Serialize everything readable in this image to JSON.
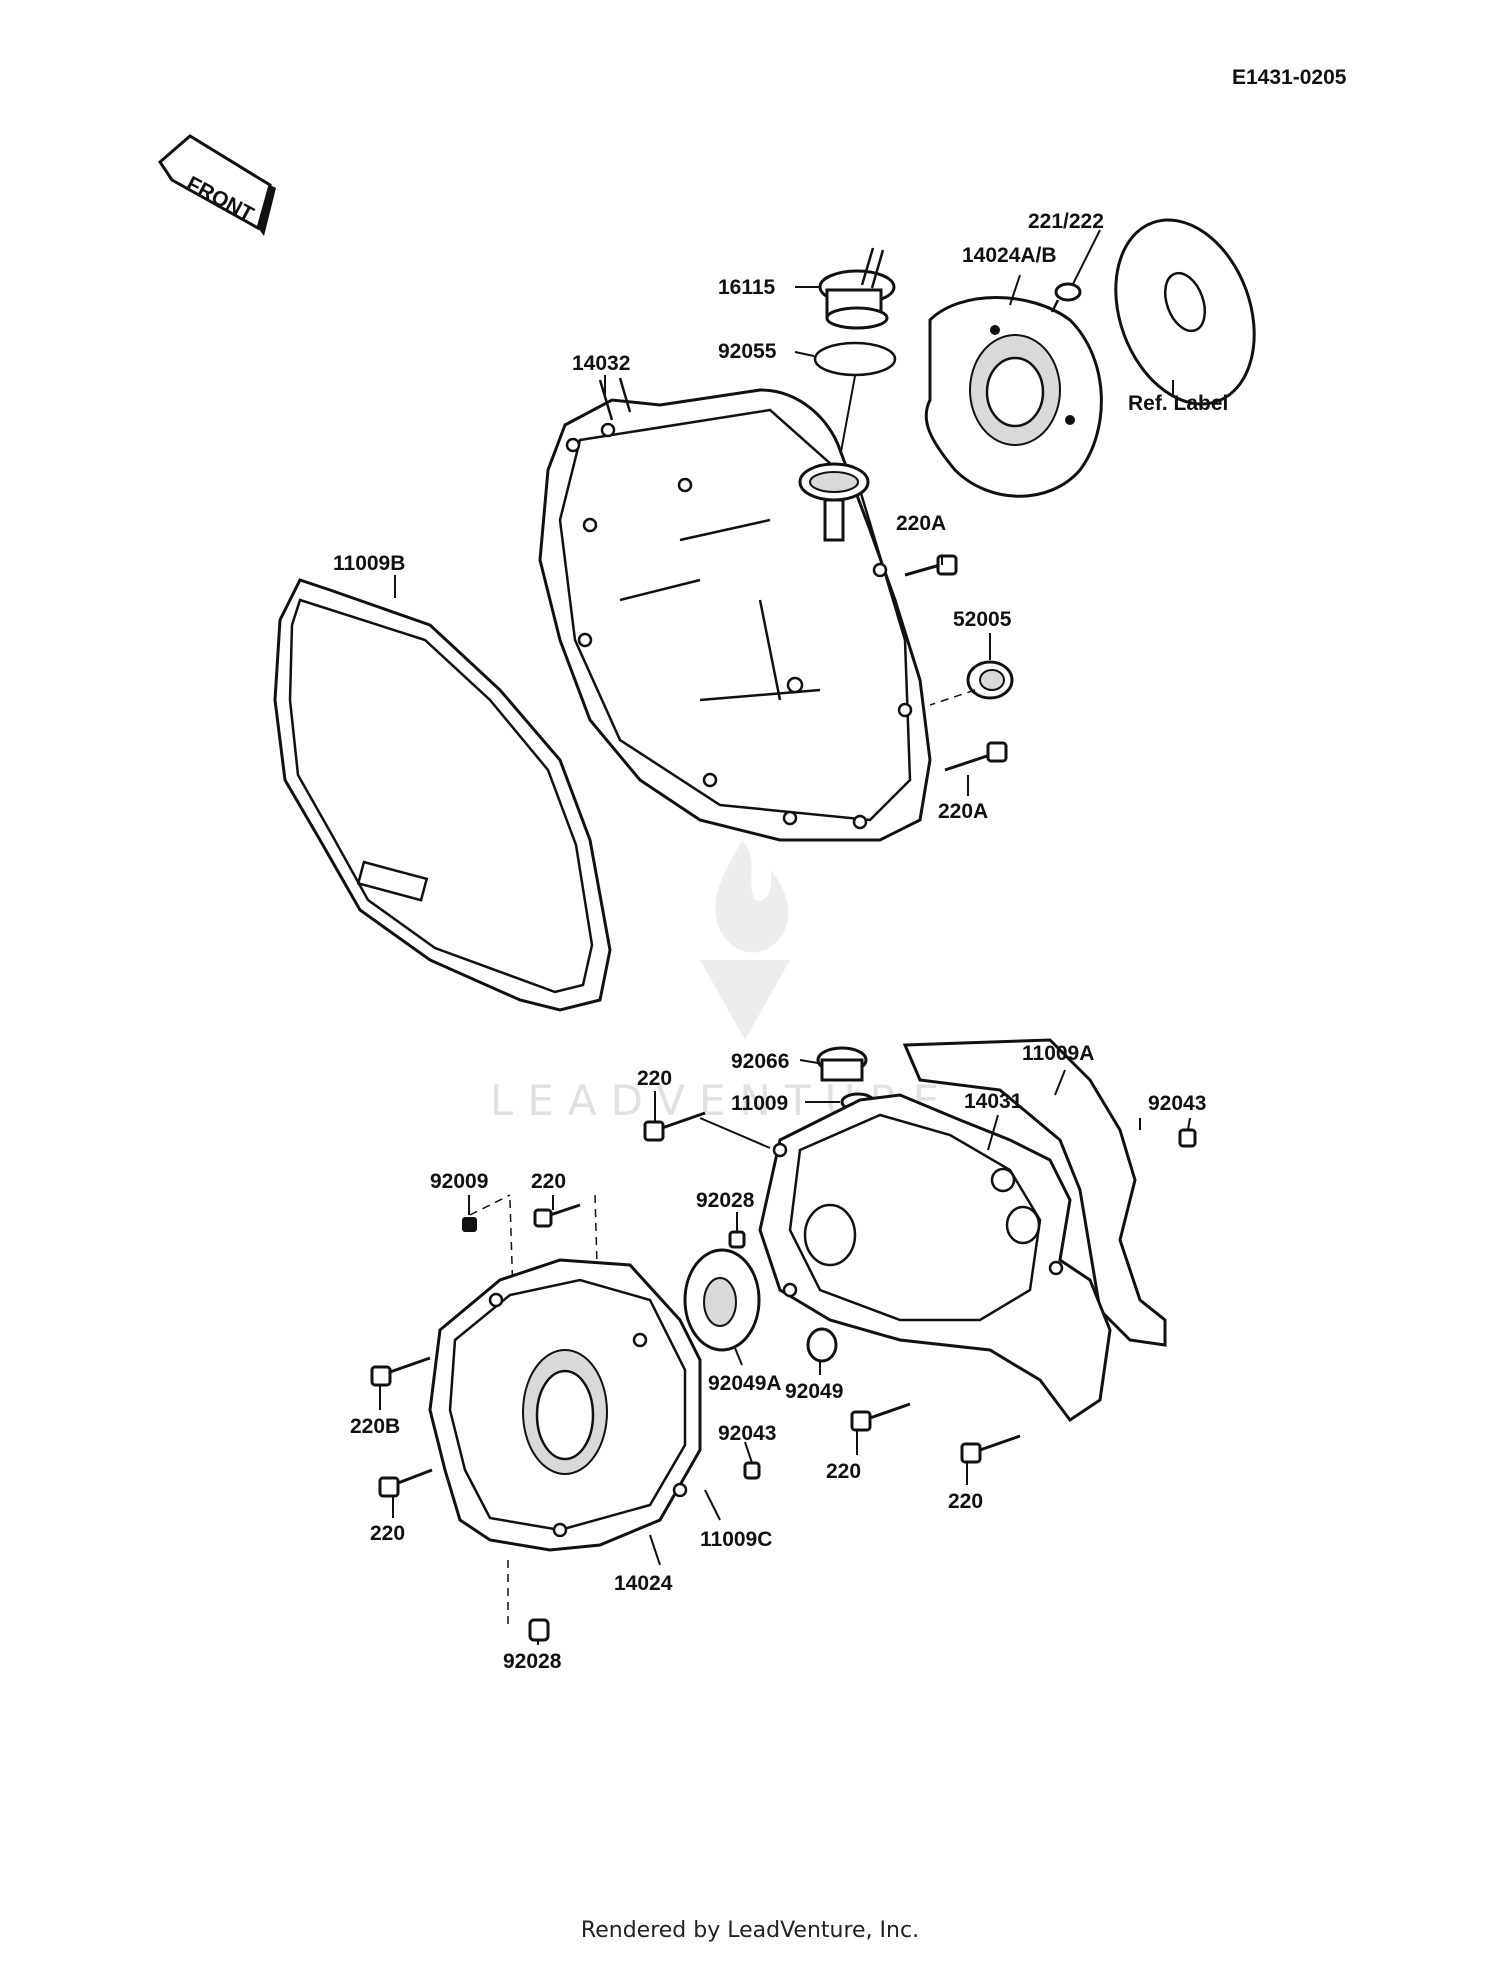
{
  "diagram_id": "E1431-0205",
  "front_arrow_label": "FRONT",
  "watermark": "LEADVENTURE",
  "footer": "Rendered by LeadVenture, Inc.",
  "part_labels": [
    {
      "id": "221-222",
      "text": "221/222"
    },
    {
      "id": "14024ab",
      "text": "14024A/B"
    },
    {
      "id": "16115",
      "text": "16115"
    },
    {
      "id": "92055",
      "text": "92055"
    },
    {
      "id": "ref-label",
      "text": "Ref. Label"
    },
    {
      "id": "14032",
      "text": "14032"
    },
    {
      "id": "220a-top",
      "text": "220A"
    },
    {
      "id": "11009b",
      "text": "11009B"
    },
    {
      "id": "52005",
      "text": "52005"
    },
    {
      "id": "220a-bottom",
      "text": "220A"
    },
    {
      "id": "92066",
      "text": "92066"
    },
    {
      "id": "11009",
      "text": "11009"
    },
    {
      "id": "11009a",
      "text": "11009A"
    },
    {
      "id": "220-a",
      "text": "220"
    },
    {
      "id": "14031",
      "text": "14031"
    },
    {
      "id": "92043-right",
      "text": "92043"
    },
    {
      "id": "92009",
      "text": "92009"
    },
    {
      "id": "220-b",
      "text": "220"
    },
    {
      "id": "92028-upper",
      "text": "92028"
    },
    {
      "id": "220b",
      "text": "220B"
    },
    {
      "id": "92049a",
      "text": "92049A"
    },
    {
      "id": "92049",
      "text": "92049"
    },
    {
      "id": "92043-left",
      "text": "92043"
    },
    {
      "id": "220-c",
      "text": "220"
    },
    {
      "id": "220-d",
      "text": "220"
    },
    {
      "id": "220-e",
      "text": "220"
    },
    {
      "id": "11009c",
      "text": "11009C"
    },
    {
      "id": "14024",
      "text": "14024"
    },
    {
      "id": "92028-lower",
      "text": "92028"
    }
  ]
}
